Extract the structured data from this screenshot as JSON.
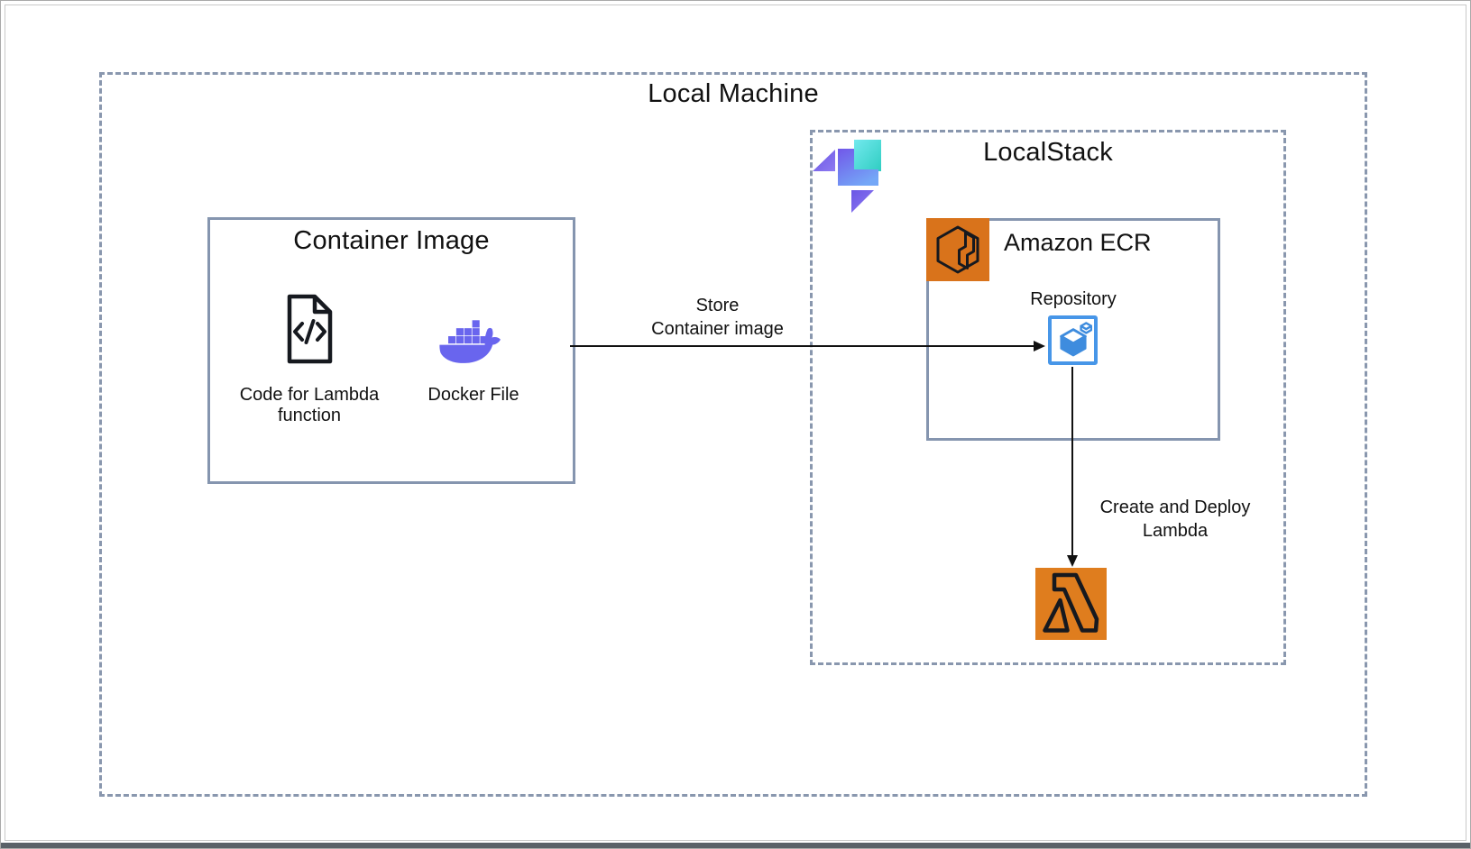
{
  "diagram": {
    "local_machine": {
      "title": "Local Machine"
    },
    "container_image": {
      "title": "Container Image",
      "code_label": {
        "line1": "Code for Lambda",
        "line2": "function"
      },
      "docker_label": "Docker File"
    },
    "store_arrow_label": {
      "line1": "Store",
      "line2": "Container image"
    },
    "localstack": {
      "title": "LocalStack",
      "ecr": {
        "title": "Amazon ECR",
        "repository_label": "Repository"
      },
      "deploy_arrow_label": {
        "line1": "Create and Deploy",
        "line2": "Lambda"
      }
    }
  },
  "icons": {
    "code-file-icon": "document outline with </> code glyph",
    "docker-icon": "docker whale with container squares",
    "localstack-logo-icon": "localstack geometric logo",
    "ecr-service-icon": "amazon ecr hexagonal container on orange square",
    "repository-icon": "blue cube package in blue-bordered square",
    "lambda-icon": "aws lambda outline on orange square",
    "store-arrowhead-icon": "right-pointing arrowhead",
    "deploy-arrowhead-icon": "down-pointing arrowhead"
  },
  "colors": {
    "border-solid": "#8595AF",
    "border-dashed": "#8997AE",
    "ecr-orange": "#D9731B",
    "lambda-orange": "#DF7D1E",
    "docker-violet": "#6965EE",
    "repo-blue": "#3E8CDE",
    "repo-border-blue": "#4796E8",
    "glyph-dark": "#16191F",
    "logo-cyan-1": "#72E9EE",
    "logo-cyan-2": "#2FCDC1",
    "logo-blue-1": "#7157E9",
    "logo-blue-2": "#74A7F7",
    "logo-purple-1": "#6A55E5",
    "logo-purple-2": "#8E7BF1",
    "chrome-strip": "#5A6168",
    "arrow-black": "#111111"
  }
}
